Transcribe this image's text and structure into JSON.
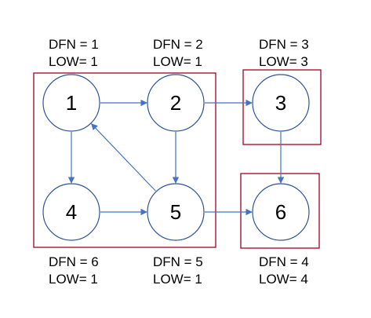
{
  "nodes": [
    {
      "id": "1",
      "label": "1",
      "dfn": "DFN = 1",
      "low": "LOW= 1"
    },
    {
      "id": "2",
      "label": "2",
      "dfn": "DFN = 2",
      "low": "LOW= 1"
    },
    {
      "id": "3",
      "label": "3",
      "dfn": "DFN = 3",
      "low": "LOW= 3"
    },
    {
      "id": "4",
      "label": "4",
      "dfn": "DFN = 6",
      "low": "LOW= 1"
    },
    {
      "id": "5",
      "label": "5",
      "dfn": "DFN = 5",
      "low": "LOW= 1"
    },
    {
      "id": "6",
      "label": "6",
      "dfn": "DFN = 4",
      "low": "LOW= 4"
    }
  ],
  "edges": [
    {
      "from": "1",
      "to": "2"
    },
    {
      "from": "2",
      "to": "3"
    },
    {
      "from": "1",
      "to": "4"
    },
    {
      "from": "2",
      "to": "5"
    },
    {
      "from": "4",
      "to": "5"
    },
    {
      "from": "5",
      "to": "1"
    },
    {
      "from": "3",
      "to": "6"
    },
    {
      "from": "5",
      "to": "6"
    }
  ],
  "components": [
    {
      "id": "scc-a",
      "members": [
        "1",
        "2",
        "4",
        "5"
      ]
    },
    {
      "id": "scc-b",
      "members": [
        "3"
      ]
    },
    {
      "id": "scc-c",
      "members": [
        "6"
      ]
    }
  ],
  "colors": {
    "node_stroke": "#2F5597",
    "edge": "#4472C4",
    "component_border": "#A50021",
    "text": "#000000"
  }
}
